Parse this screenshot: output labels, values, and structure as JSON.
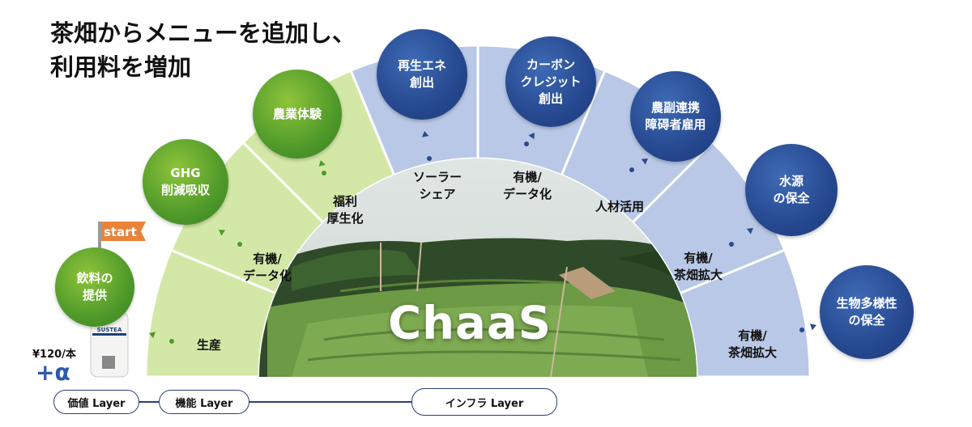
{
  "headline": {
    "line1": "茶畑からメニューを追加し、",
    "line2": "利用料を増加"
  },
  "flag": {
    "label": "start"
  },
  "product": {
    "price": "¥120/本",
    "plus": "+α",
    "brand": "SUSTEA"
  },
  "center": {
    "label": "ChaaS"
  },
  "segments": [
    {
      "label": "生産"
    },
    {
      "label": "有機/\nデータ化"
    },
    {
      "label": "福利\n厚生化"
    },
    {
      "label": "ソーラー\nシェア"
    },
    {
      "label": "有機/\nデータ化"
    },
    {
      "label": "人材活用"
    },
    {
      "label": "有機/\n茶畑拡大"
    },
    {
      "label": "有機/\n茶畑拡大"
    }
  ],
  "bubbles": [
    {
      "label": "飲料の\n提供",
      "color": "green"
    },
    {
      "label": "GHG\n削減吸収",
      "color": "green"
    },
    {
      "label": "農業体験",
      "color": "green"
    },
    {
      "label": "再生エネ\n創出",
      "color": "blue"
    },
    {
      "label": "カーボン\nクレジット\n創出",
      "color": "blue"
    },
    {
      "label": "農副連携\n障碍者雇用",
      "color": "blue"
    },
    {
      "label": "水源\nの保全",
      "color": "blue"
    },
    {
      "label": "生物多様性\nの保全",
      "color": "blue"
    }
  ],
  "layers": [
    {
      "label": "価値 Layer"
    },
    {
      "label": "機能 Layer"
    },
    {
      "label": "インフラ Layer"
    }
  ],
  "colors": {
    "green_segment": "#d3e8a6",
    "blue_segment": "#b8c8e6",
    "green_bubble": "#5aa32e",
    "blue_bubble": "#26488f",
    "arrow": "#2b4a8a",
    "layer_line": "#2a3f7a",
    "flag": "#e8833a"
  }
}
